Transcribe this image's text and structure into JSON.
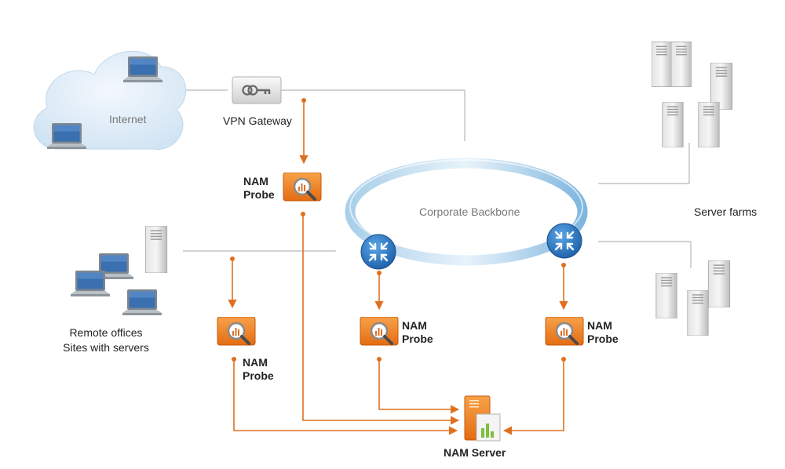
{
  "labels": {
    "internet": "Internet",
    "vpn_gateway": "VPN Gateway",
    "corporate_backbone": "Corporate Backbone",
    "server_farms": "Server farms",
    "remote_offices_line1": "Remote offices",
    "remote_offices_line2": "Sites with servers",
    "nam_server": "NAM Server"
  },
  "probes": [
    {
      "line1": "NAM",
      "line2": "Probe"
    },
    {
      "line1": "NAM",
      "line2": "Probe"
    },
    {
      "line1": "NAM",
      "line2": "Probe"
    },
    {
      "line1": "NAM",
      "line2": "Probe"
    }
  ],
  "colors": {
    "accent_orange": "#e07020",
    "link_grey": "#b8b8b8",
    "router_blue": "#2a78c8",
    "cloud_blue": "#dcebf7",
    "server_grey": "#c8c8c8"
  },
  "icons": [
    "cloud-icon",
    "laptop-icon",
    "vpn-key-icon",
    "router-icon",
    "server-icon",
    "probe-icon",
    "nam-server-icon"
  ]
}
